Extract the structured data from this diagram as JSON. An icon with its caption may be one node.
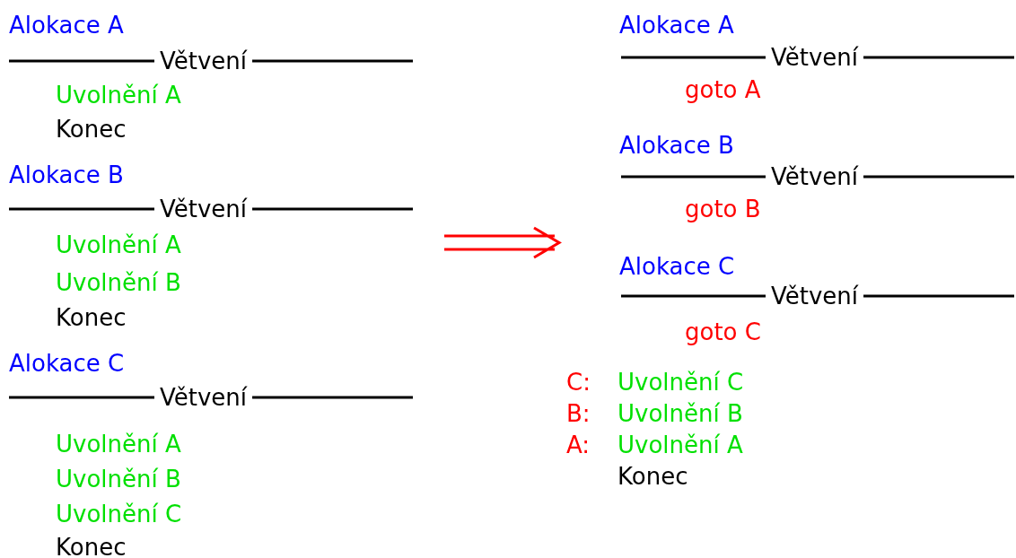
{
  "diagram": {
    "labels": [
      "Alokace A",
      "Větvení",
      "Uvolnění A",
      "Konec",
      "Alokace B",
      "Větvení",
      "Uvolnění A",
      "Uvolnění B",
      "Konec",
      "Alokace C",
      "Větvení",
      "Uvolnění A",
      "Uvolnění B",
      "Uvolnění C",
      "Konec",
      "Alokace A",
      "Větvení",
      "goto A",
      "Alokace B",
      "Větvení",
      "goto B",
      "Alokace C",
      "Větvení",
      "goto C",
      "C:",
      "Uvolnění C",
      "B:",
      "Uvolnění B",
      "A:",
      "Uvolnění A",
      "Konec"
    ]
  }
}
